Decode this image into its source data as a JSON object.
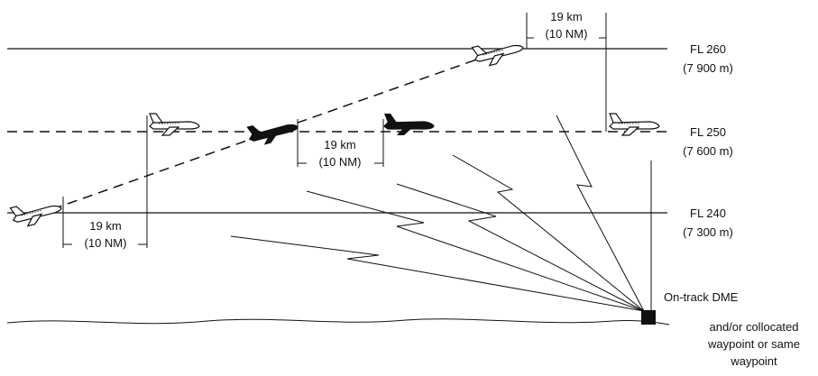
{
  "levels": [
    {
      "name": "FL 260",
      "metric": "(7 900 m)"
    },
    {
      "name": "FL 250",
      "metric": "(7 600 m)"
    },
    {
      "name": "FL 240",
      "metric": "(7 300 m)"
    }
  ],
  "separations": [
    {
      "km": "19 km",
      "nm": "(10 NM)"
    },
    {
      "km": "19 km",
      "nm": "(10 NM)"
    },
    {
      "km": "19 km",
      "nm": "(10 NM)"
    }
  ],
  "station": {
    "label": "On-track DME",
    "note_lines": [
      "and/or collocated",
      "waypoint or same",
      "waypoint"
    ]
  },
  "icons": {
    "aircraft": "aircraft-icon",
    "dme": "dme-station-icon"
  }
}
